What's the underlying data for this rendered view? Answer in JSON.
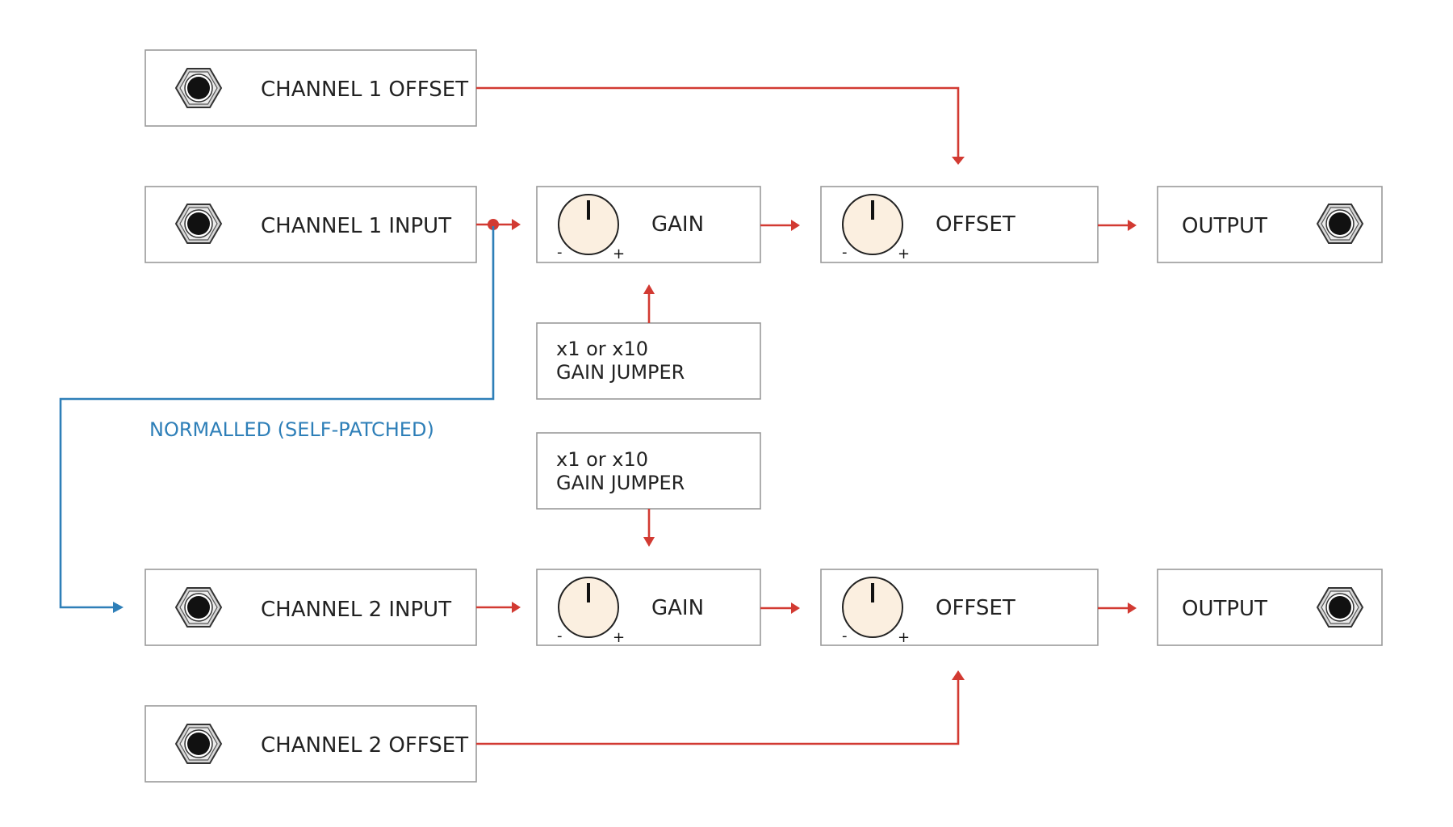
{
  "colors": {
    "signal": "#d23a32",
    "normalled": "#2e7fb8",
    "knob_fill": "#fbefe0",
    "box_stroke": "#9a9a9a"
  },
  "channel1": {
    "offset_jack": {
      "label": "CHANNEL 1 OFFSET",
      "icon": "jack-icon"
    },
    "input_jack": {
      "label": "CHANNEL 1 INPUT",
      "icon": "jack-icon"
    },
    "gain": {
      "label": "GAIN",
      "minus": "-",
      "plus": "+",
      "icon": "knob-icon"
    },
    "offset": {
      "label": "OFFSET",
      "minus": "-",
      "plus": "+",
      "icon": "knob-icon"
    },
    "output": {
      "label": "OUTPUT",
      "icon": "jack-icon"
    },
    "jumper": {
      "line1": "x1 or x10",
      "line2": "GAIN JUMPER"
    }
  },
  "channel2": {
    "offset_jack": {
      "label": "CHANNEL 2 OFFSET",
      "icon": "jack-icon"
    },
    "input_jack": {
      "label": "CHANNEL 2 INPUT",
      "icon": "jack-icon"
    },
    "gain": {
      "label": "GAIN",
      "minus": "-",
      "plus": "+",
      "icon": "knob-icon"
    },
    "offset": {
      "label": "OFFSET",
      "minus": "-",
      "plus": "+",
      "icon": "knob-icon"
    },
    "output": {
      "label": "OUTPUT",
      "icon": "jack-icon"
    },
    "jumper": {
      "line1": "x1 or x10",
      "line2": "GAIN JUMPER"
    }
  },
  "normalled_label": "NORMALLED (SELF-PATCHED)"
}
